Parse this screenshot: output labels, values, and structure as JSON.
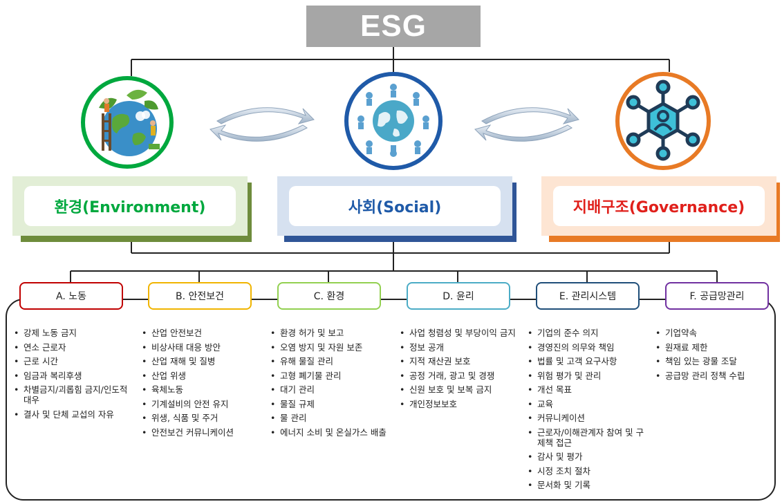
{
  "title": "ESG",
  "pillars": [
    {
      "label": "환경(Environment)",
      "color": "#00a83e",
      "shadow": "#6e8c3c",
      "bg": "#e2eed6"
    },
    {
      "label": "사회(Social)",
      "color": "#1f5aa8",
      "shadow": "#2f5597",
      "bg": "#d6e1f0"
    },
    {
      "label": "지배구조(Governance)",
      "color": "#e0201b",
      "shadow": "#e87a25",
      "bg": "#fde5d3"
    }
  ],
  "categories": [
    {
      "label": "A. 노동",
      "border": "#c00000",
      "items": [
        "강제 노동 금지",
        "연소 근로자",
        "근로 시간",
        "임금과 복리후생",
        "차별금지/괴롭힘 금지/인도적대우",
        "결사 및 단체 교섭의 자유"
      ]
    },
    {
      "label": "B. 안전보건",
      "border": "#f0b400",
      "items": [
        "산업 안전보건",
        "비상사태 대응 방안",
        "산업 재해 및 질병",
        "산업 위생",
        "육체노동",
        "기계설비의 안전 유지",
        "위생, 식품 및 주거",
        "안전보건 커뮤니케이션"
      ]
    },
    {
      "label": "C. 환경",
      "border": "#92d050",
      "items": [
        "환경 허가 및 보고",
        "오염 방지 및 자원 보존",
        "유해 물질 관리",
        "고형 폐기물 관리",
        "대기 관리",
        "물질 규제",
        "물 관리",
        "에너지 소비 및 온실가스 배출"
      ]
    },
    {
      "label": "D. 윤리",
      "border": "#4bacc6",
      "items": [
        "사업 청렴성 및 부당이익 금지",
        "정보 공개",
        "지적 재산권 보호",
        "공정 거래, 광고 및 경쟁",
        "신원 보호 및 보복 금지",
        "개인정보보호"
      ]
    },
    {
      "label": "E. 관리시스템",
      "border": "#1f4e79",
      "items": [
        "기업의 준수 의지",
        "경영진의 의무와 책임",
        "법률 및 고객 요구사항",
        "위험 평가 및 관리",
        "개선 목표",
        "교육",
        "커뮤니케이션",
        "근로자/이해관계자 참여 및 구제책 접근",
        "감사 및 평가",
        "시정 조치 절차",
        "문서화 및 기록"
      ]
    },
    {
      "label": "F. 공급망관리",
      "border": "#7030a0",
      "items": [
        "기업약속",
        "원재료 제한",
        "책임 있는 광물 조달",
        "공급망 관리 정책 수립"
      ]
    }
  ],
  "icons": [
    "environment-globe-icon",
    "social-globe-people-icon",
    "governance-network-icon",
    "cycle-arrows-icon"
  ]
}
